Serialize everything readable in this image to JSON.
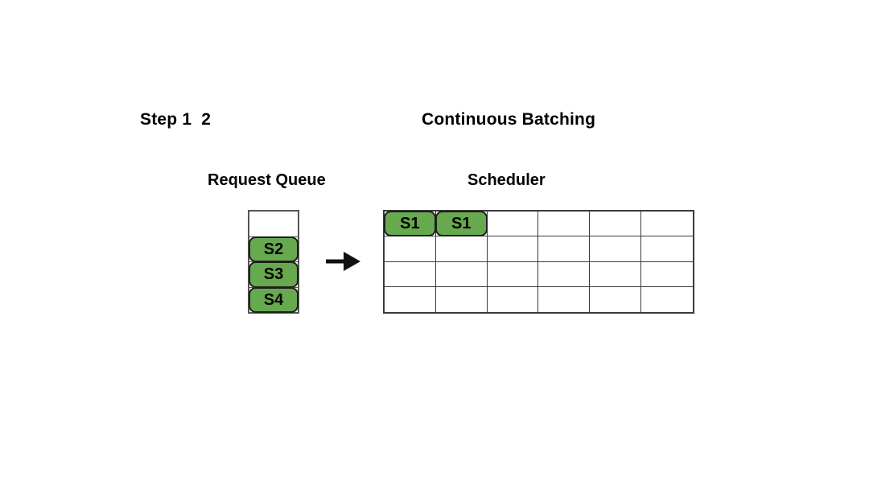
{
  "slide": {
    "step_label": "Step 1  2",
    "title": "Continuous Batching",
    "background_color": "#ffffff"
  },
  "colors": {
    "block_green": "#67A94E",
    "block_border": "#1e1e1e",
    "grid_line": "#3a3a3a",
    "queue_border": "#555555",
    "text": "#000000"
  },
  "request_queue": {
    "title": "Request Queue",
    "slots": [
      {
        "label": "",
        "filled": false
      },
      {
        "label": "S2",
        "filled": true
      },
      {
        "label": "S3",
        "filled": true
      },
      {
        "label": "S4",
        "filled": true
      }
    ]
  },
  "arrow": {
    "icon": "arrow-right-icon",
    "direction": "right"
  },
  "scheduler": {
    "title": "Scheduler",
    "columns": 6,
    "rows": 4,
    "cells": [
      [
        {
          "label": "S1",
          "filled": true
        },
        {
          "label": "S1",
          "filled": true
        },
        {
          "label": "",
          "filled": false
        },
        {
          "label": "",
          "filled": false
        },
        {
          "label": "",
          "filled": false
        },
        {
          "label": "",
          "filled": false
        }
      ],
      [
        {
          "label": "",
          "filled": false
        },
        {
          "label": "",
          "filled": false
        },
        {
          "label": "",
          "filled": false
        },
        {
          "label": "",
          "filled": false
        },
        {
          "label": "",
          "filled": false
        },
        {
          "label": "",
          "filled": false
        }
      ],
      [
        {
          "label": "",
          "filled": false
        },
        {
          "label": "",
          "filled": false
        },
        {
          "label": "",
          "filled": false
        },
        {
          "label": "",
          "filled": false
        },
        {
          "label": "",
          "filled": false
        },
        {
          "label": "",
          "filled": false
        }
      ],
      [
        {
          "label": "",
          "filled": false
        },
        {
          "label": "",
          "filled": false
        },
        {
          "label": "",
          "filled": false
        },
        {
          "label": "",
          "filled": false
        },
        {
          "label": "",
          "filled": false
        },
        {
          "label": "",
          "filled": false
        }
      ]
    ]
  }
}
